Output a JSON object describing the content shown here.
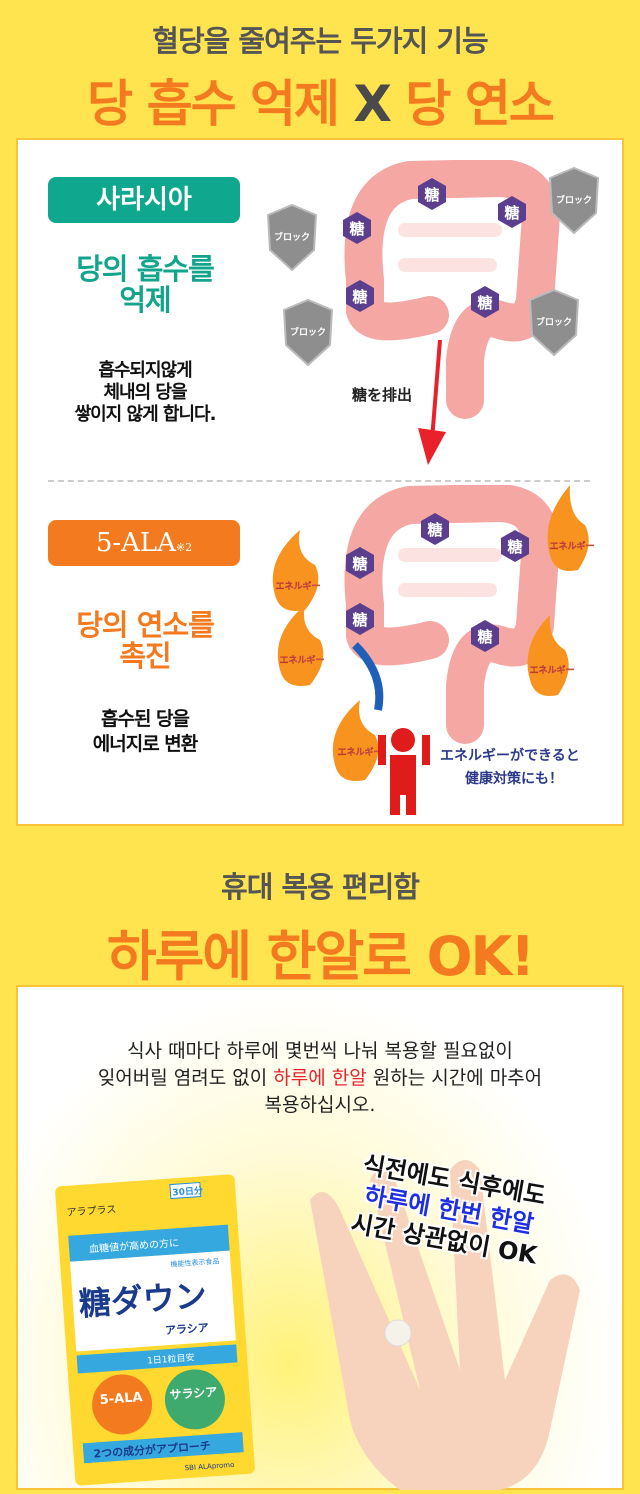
{
  "section1": {
    "subtitle": "혈당을 줄여주는 두가지 기능",
    "title_a": "당 흡수 억제",
    "title_x": "X",
    "title_b": "당 연소",
    "salacia": {
      "label": "사라시아",
      "heading_1": "당의 흡수를",
      "heading_2": "억제",
      "body": [
        "흡수되지않게",
        "체내의 당을",
        "쌓이지 않게 합니다."
      ],
      "sugar": "糖",
      "block": "ブロック",
      "excrete": "糖を排出"
    },
    "ala": {
      "label": "5-ALA",
      "note": "※2",
      "heading_1": "당의 연소를",
      "heading_2": "촉진",
      "body": [
        "흡수된 당을",
        "에너지로 변환"
      ],
      "sugar": "糖",
      "energy": "エネルギー",
      "caption_1": "エネルギーができると",
      "caption_2": "健康対策にも！"
    },
    "colors": {
      "teal": "#0FA88E",
      "orange": "#F47A1F",
      "yellow": "#FFE44F"
    }
  },
  "section2": {
    "subtitle": "휴대 복용 편리함",
    "title": "하루에 한알로 OK!",
    "desc_1": "식사 때마다 하루에 몇번씩 나눠 복용할 필요없이",
    "desc_2a": "잊어버릴 염려도 없이 ",
    "desc_2b": "하루에 한알",
    "desc_2c": " 원하는 시간에 마추어",
    "desc_3": "복용하십시오.",
    "bubble_1": "식전에도 식후에도",
    "bubble_2": "하루에 한번 한알",
    "bubble_3": "시간 상관없이 OK",
    "package": {
      "brand": "アラプラス",
      "days": "30日分",
      "tagline": "血糖値が高めの方に",
      "type": "機能性表示食品",
      "name": "糖ダウン",
      "sub": "アラシア",
      "dose": "1日1粒目安",
      "ala": "5-ALA",
      "salacia": "サラシア",
      "approach": "2つの成分がアプローチ",
      "maker": "SBI ALApromo"
    }
  }
}
